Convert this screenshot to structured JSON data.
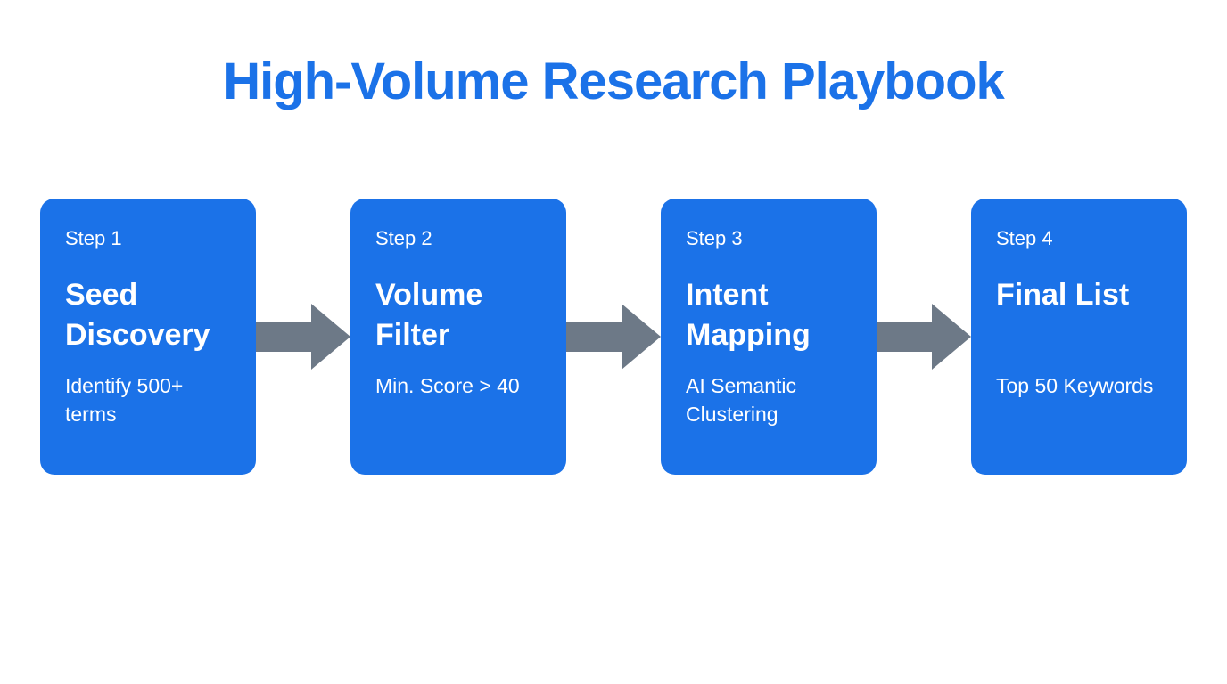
{
  "title": "High-Volume Research Playbook",
  "colors": {
    "primary_blue": "#1b72e8",
    "arrow_gray": "#6d7987",
    "card_text": "#ffffff",
    "background": "#ffffff"
  },
  "icons": {
    "connector": "right-arrow-icon"
  },
  "steps": [
    {
      "label": "Step 1",
      "heading": "Seed Discovery",
      "subtext": "Identify 500+ terms"
    },
    {
      "label": "Step 2",
      "heading": "Volume Filter",
      "subtext": "Min. Score > 40"
    },
    {
      "label": "Step 3",
      "heading": "Intent Mapping",
      "subtext": "AI Semantic Clustering"
    },
    {
      "label": "Step 4",
      "heading": "Final List",
      "subtext": "Top 50 Keywords"
    }
  ]
}
